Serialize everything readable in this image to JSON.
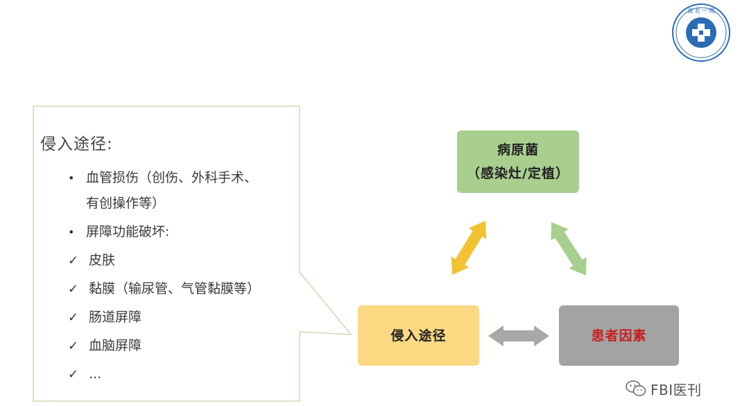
{
  "logo": {
    "seal_text": "湖北一院"
  },
  "callout": {
    "heading": "侵入途径:",
    "items": [
      {
        "kind": "bullet",
        "text": "血管损伤（创伤、外科手术、"
      },
      {
        "kind": "cont",
        "text": "有创操作等）"
      },
      {
        "kind": "bullet",
        "text": "屏障功能破坏:"
      },
      {
        "kind": "check",
        "text": "皮肤"
      },
      {
        "kind": "check",
        "text": "黏膜（输尿管、气管黏膜等）"
      },
      {
        "kind": "check",
        "text": "肠道屏障"
      },
      {
        "kind": "check",
        "text": "血脑屏障"
      },
      {
        "kind": "check",
        "text": "..."
      }
    ]
  },
  "diagram": {
    "pathogen": {
      "line1": "病原菌",
      "line2": "（感染灶/定植）"
    },
    "invasion": {
      "label": "侵入途径"
    },
    "patient": {
      "label": "患者因素"
    },
    "colors": {
      "pathogen_box": "#a9cf8f",
      "invasion_box": "#fbd982",
      "patient_box": "#a3a3a3",
      "patient_text": "#c81e1e",
      "arrow_left": "#f2c233",
      "arrow_right": "#a9cf8f",
      "arrow_bottom": "#a8a8a8"
    }
  },
  "watermark": {
    "text": "FBI医刊",
    "icon": "wechat-icon"
  }
}
